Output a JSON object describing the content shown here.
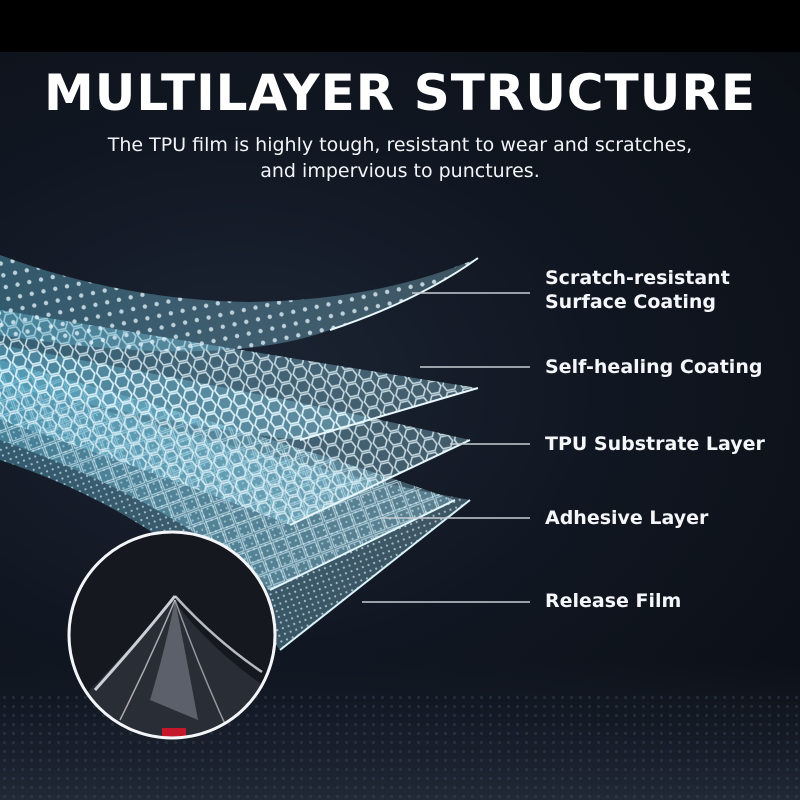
{
  "title": "MULTILAYER STRUCTURE",
  "subtitle": {
    "line1": "The TPU film is highly tough, resistant to wear and scratches,",
    "line2": "and impervious to punctures."
  },
  "layers": [
    {
      "label_line1": "Scratch-resistant",
      "label_line2": "Surface Coating"
    },
    {
      "label_line1": "Self-healing Coating"
    },
    {
      "label_line1": "TPU Substrate Layer"
    },
    {
      "label_line1": "Adhesive Layer"
    },
    {
      "label_line1": "Release Film"
    }
  ],
  "colors": {
    "background": "#0a0d13",
    "text": "#ffffff",
    "film": "#8fd2e6",
    "leader_line": "#c8cdd4"
  }
}
